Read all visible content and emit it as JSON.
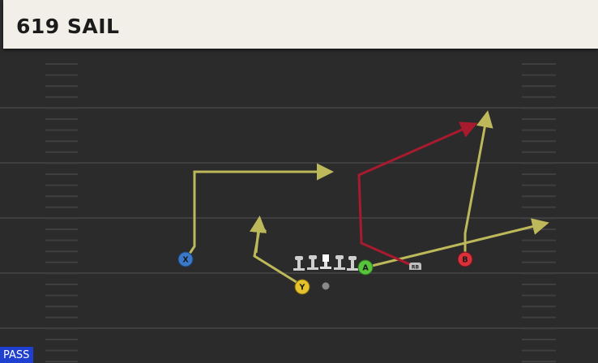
{
  "play": {
    "name": "619 SAIL",
    "type_badge": "PASS"
  },
  "players": {
    "x": {
      "letter": "X",
      "color": "#3a78c9"
    },
    "y": {
      "letter": "Y",
      "color": "#e6c22c"
    },
    "a": {
      "letter": "A",
      "color": "#57c43c"
    },
    "b": {
      "letter": "B",
      "color": "#d9303a"
    },
    "rb": {
      "letter": "RB",
      "color": "#bfbfbf"
    }
  },
  "colors": {
    "route_default": "#bdb95a",
    "route_primary": "#a81a2e",
    "field": "#2b2b2c",
    "yard_line": "#3e3e3f",
    "title_bg": "#f1efe7",
    "pass_badge": "#1f3fd1"
  },
  "icons": {
    "lineman": "lineman-marker-icon",
    "center": "center-marker-icon",
    "route_arrow": "route-arrowhead-icon"
  }
}
